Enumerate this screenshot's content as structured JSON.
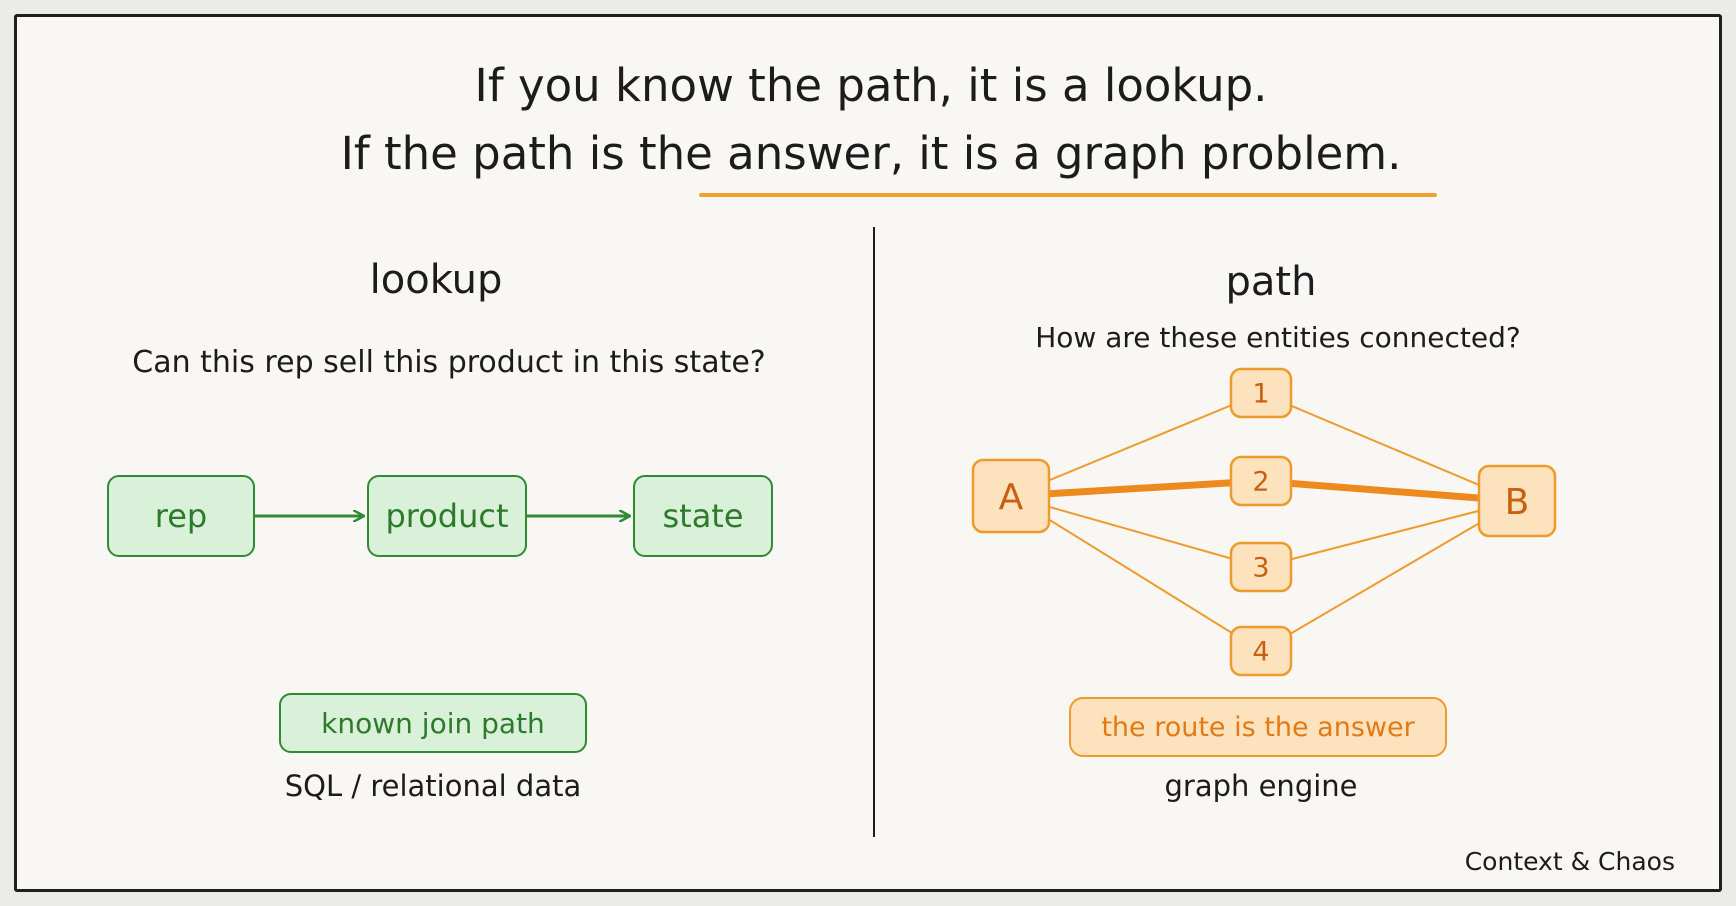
{
  "title": {
    "line1": "If you know the path, it is a lookup.",
    "line2": "If the path is the answer, it is a graph problem."
  },
  "lookup": {
    "heading": "lookup",
    "question": "Can this rep sell this product in this state?",
    "nodes": [
      "rep",
      "product",
      "state"
    ],
    "badge": "known join path",
    "caption": "SQL / relational data"
  },
  "path": {
    "heading": "path",
    "question": "How are these entities connected?",
    "endpoints": [
      "A",
      "B"
    ],
    "intermediates": [
      "1",
      "2",
      "3",
      "4"
    ],
    "highlighted_route": [
      "A",
      "2",
      "B"
    ],
    "badge": "the route is the answer",
    "caption": "graph engine"
  },
  "credit": "Context & Chaos",
  "colors": {
    "green_stroke": "#2f8a34",
    "green_fill": "#d9f1d8",
    "orange_stroke": "#ef9a2c",
    "orange_fill": "#fde3bd",
    "orange_text": "#c8610f",
    "highlight_edge": "#ed8a1e",
    "underline": "#f0a22c"
  }
}
